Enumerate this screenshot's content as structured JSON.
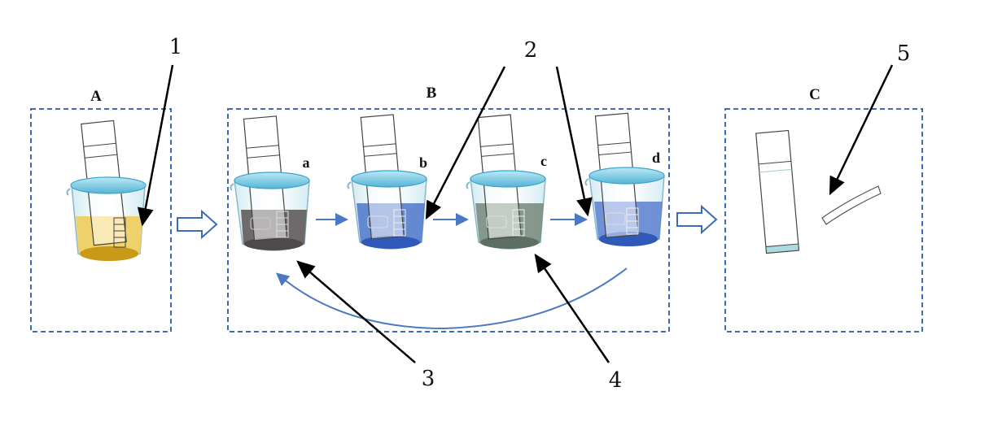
{
  "panels": {
    "a": {
      "label": "A"
    },
    "b": {
      "label": "B"
    },
    "c": {
      "label": "C"
    }
  },
  "beakers": {
    "a": {
      "label": "a",
      "liquid_color": "#6e6a6a"
    },
    "b": {
      "label": "b",
      "liquid_color": "#4d76c9"
    },
    "c": {
      "label": "c",
      "liquid_color": "#7b8d80"
    },
    "d": {
      "label": "d",
      "liquid_color": "#5b7fcf"
    },
    "stain": {
      "liquid_color": "#f0cd5c"
    }
  },
  "callouts": [
    "1",
    "2",
    "3",
    "4",
    "5"
  ],
  "colors": {
    "frame": "#3a6db5",
    "arrow": "#4a78c2",
    "glass_rim": "#7fcbe0",
    "text": "#111111"
  }
}
